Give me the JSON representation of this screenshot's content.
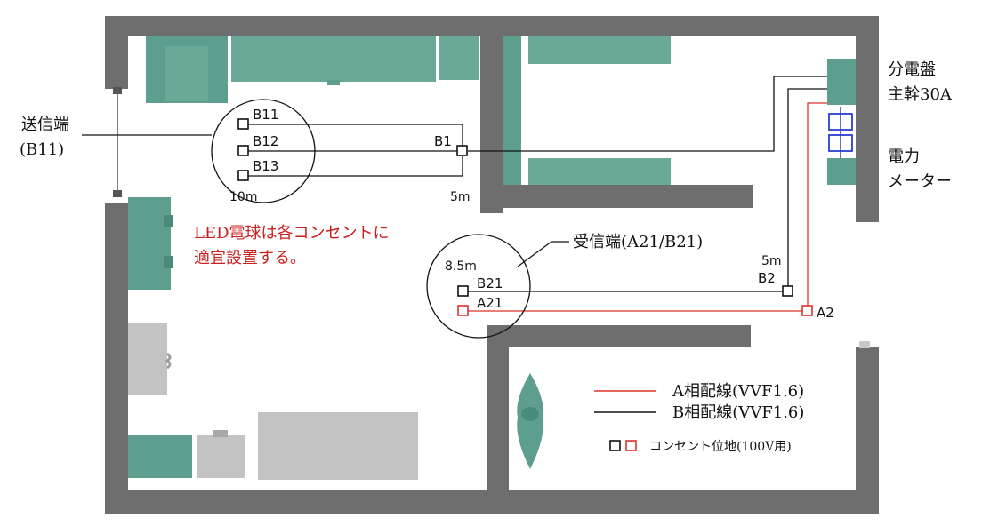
{
  "labels": {
    "sender_line1": "送信端",
    "sender_line2": "(B11)",
    "panel_line1": "分電盤",
    "panel_line2": "主幹30A",
    "meter_line1": "電力",
    "meter_line2": "メーター",
    "note_line1": "LED電球は各コンセントに",
    "note_line2": "適宜設置する。",
    "receiver": "受信端(A21/B21)"
  },
  "outlets": {
    "b11": "B11",
    "b12": "B12",
    "b13": "B13",
    "b1": "B1",
    "b21": "B21",
    "a21": "A21",
    "b2": "B2",
    "a2": "A2"
  },
  "distances": {
    "d10m": "10m",
    "d5m_left": "5m",
    "d8_5m": "8.5m",
    "d5m_right": "5m"
  },
  "legend": {
    "a_phase": "A相配線(VVF1.6)",
    "b_phase": "B相配線(VVF1.6)",
    "outlet_position": "コンセント位地(100V用)"
  },
  "colors": {
    "wall": "#6e6e6e",
    "furniture_teal": "#5e9e8e",
    "furniture_grey": "#c3c3c3",
    "a_phase_red": "#e0302a",
    "b_phase_black": "#111111",
    "note_red": "#c8201e",
    "meter_blue": "#2a3fd0"
  }
}
